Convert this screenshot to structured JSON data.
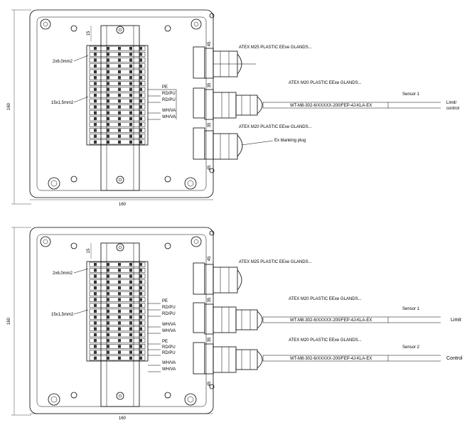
{
  "drawings": [
    {
      "id": "top",
      "dims": {
        "height": "160",
        "width": "160",
        "top_offset": "15",
        "gland_spacing": [
          "45",
          "35",
          "35",
          "45"
        ]
      },
      "terminal_labels": {
        "large": "2x6,0mm2",
        "small": "15x1,5mm2"
      },
      "wire_labels": [
        "PE",
        "RD/PU",
        "RD/PU",
        "WH/VA",
        "WH/VA"
      ],
      "glands": [
        {
          "label": "ATEX M25 PLASTIC EExe GLANDS..."
        },
        {
          "label": "ATEX M20 PLASTIC EExe GLANDS...",
          "cable_label": "WT-M8-302-6/XXXXX-200/FEP-4J-KLA-EX",
          "sensor_label": "Sensor 1",
          "end_label": "Limit/\ncontrol"
        },
        {
          "label": "ATEX M20 PLASTIC EExe GLANDS...",
          "plug_label": "Ex blanking plug"
        }
      ]
    },
    {
      "id": "bottom",
      "dims": {
        "height": "160",
        "width": "160",
        "top_offset": "15",
        "gland_spacing": [
          "45",
          "35",
          "35",
          "45"
        ]
      },
      "terminal_labels": {
        "large": "2x6,0mm2",
        "small": "15x1,5mm2"
      },
      "wire_labels_a": [
        "PE",
        "RD/PU",
        "RD/PU",
        "WH/VA",
        "WH/VA"
      ],
      "wire_labels_b": [
        "PE",
        "RD/PU",
        "RD/PU",
        "WH/VA",
        "WH/VA"
      ],
      "glands": [
        {
          "label": "ATEX M25 PLASTIC EExe GLANDS..."
        },
        {
          "label": "ATEX M20 PLASTIC EExe GLANDS...",
          "cable_label": "WT-M8-302-6/XXXXX-200/FEP-4J-KLA-EX",
          "sensor_label": "Sensor 1",
          "end_label": "Limit"
        },
        {
          "label": "ATEX M20 PLASTIC EExe GLANDS...",
          "cable_label": "WT-M8-302-6/XXXXX-200/FEP-4J-KLA-EX",
          "sensor_label": "Sensor 2",
          "end_label": "Control"
        }
      ]
    }
  ]
}
